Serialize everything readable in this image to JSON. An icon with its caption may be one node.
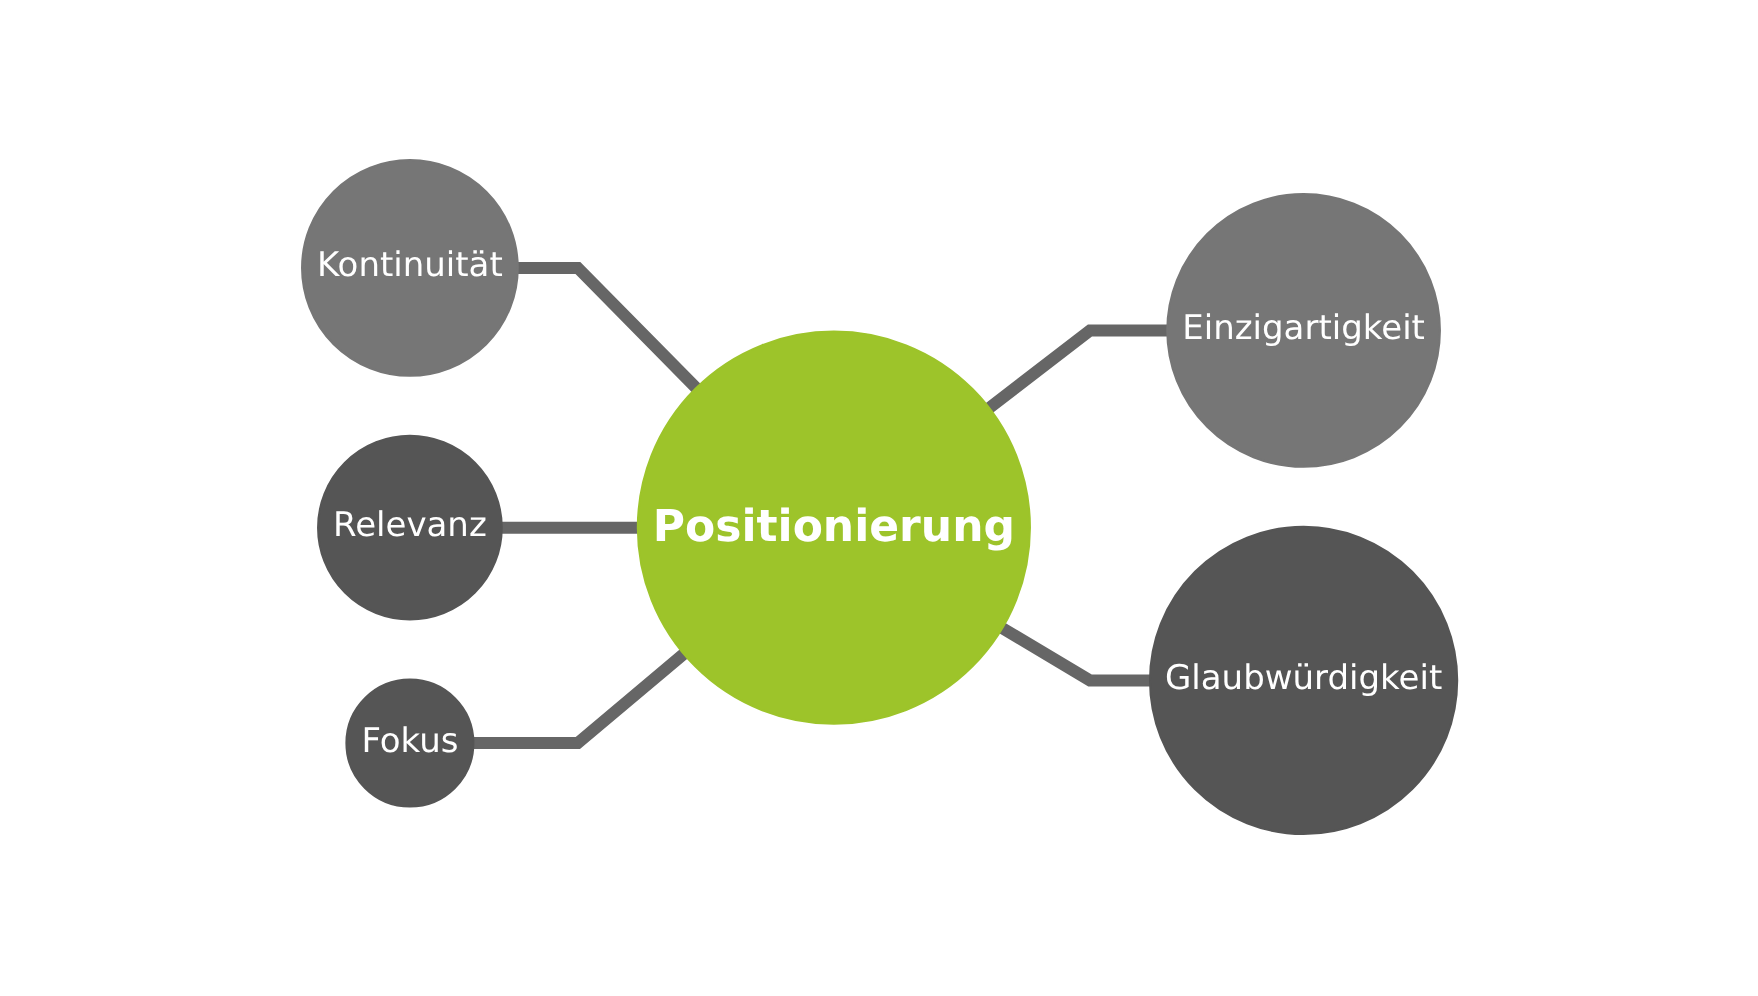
{
  "diagram": {
    "nodes": [
      {
        "text": [
          "Kontinuität"
        ]
      },
      {
        "text": [
          "Einzigartigkeit"
        ]
      },
      {
        "text": [
          "Positionierung"
        ]
      },
      {
        "text": [
          "Relevanz"
        ]
      },
      {
        "text": [
          "Glaubwürdigkeit"
        ]
      },
      {
        "text": [
          "Fokus"
        ]
      }
    ],
    "edges": [
      {
        "from": 0,
        "to": 2,
        "arrow": "none"
      },
      {
        "from": 3,
        "to": 2,
        "arrow": "none"
      },
      {
        "from": 5,
        "to": 2,
        "arrow": "none"
      },
      {
        "from": 2,
        "to": 1,
        "arrow": "none"
      },
      {
        "from": 2,
        "to": 4,
        "arrow": "none"
      }
    ]
  }
}
